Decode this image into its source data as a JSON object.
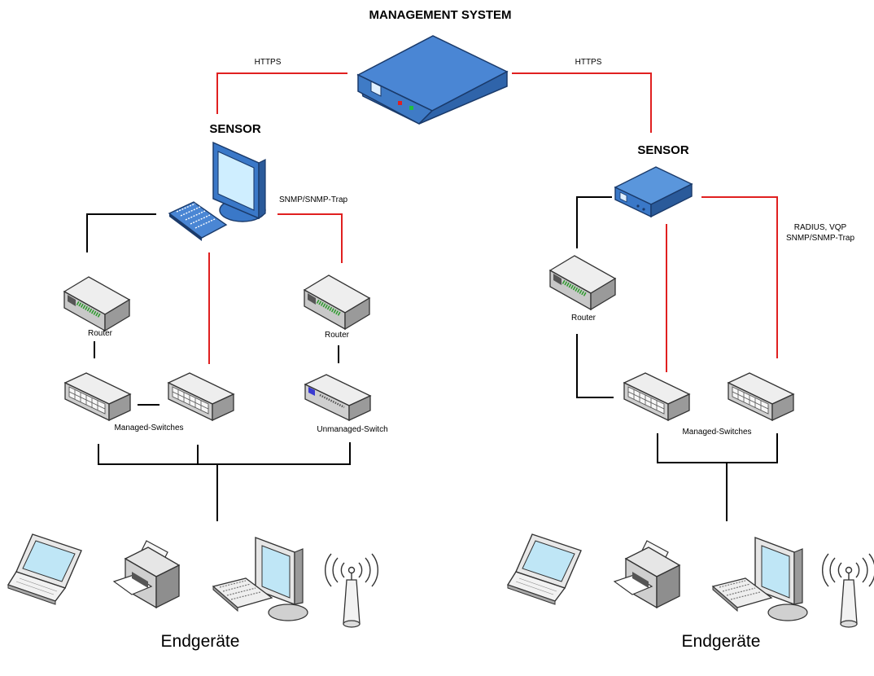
{
  "titles": {
    "management_system": "MANAGEMENT SYSTEM",
    "sensor_left": "SENSOR",
    "sensor_right": "SENSOR"
  },
  "protocols": {
    "https_left": "HTTPS",
    "https_right": "HTTPS",
    "snmp_left": "SNMP/SNMP-Trap",
    "radius_line1": "RADIUS, VQP",
    "radius_line2": "SNMP/SNMP-Trap"
  },
  "devices": {
    "router_left_1": "Router",
    "router_left_2": "Router",
    "router_right": "Router",
    "managed_switches_left": "Managed-Switches",
    "unmanaged_switch": "Unmanaged-Switch",
    "managed_switches_right": "Managed-Switches"
  },
  "endpoints": {
    "left": "Endgeräte",
    "right": "Endgeräte"
  },
  "colors": {
    "red_link": "#e02020",
    "black_link": "#000000",
    "sensor_blue": "#3a78c8",
    "device_gray": "#d8d8d8"
  }
}
